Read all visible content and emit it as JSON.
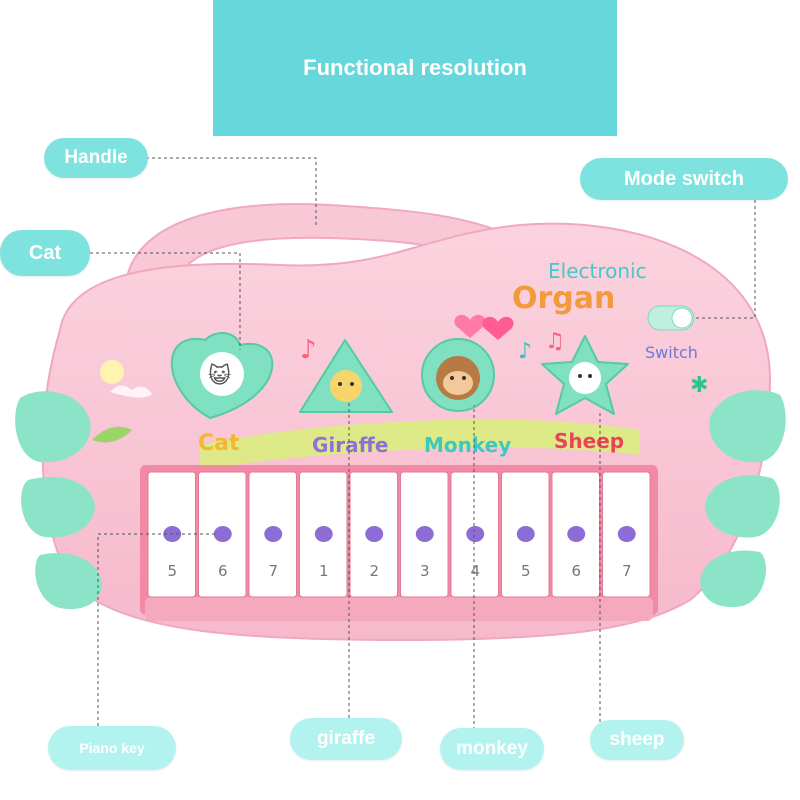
{
  "header": {
    "title": "Functional resolution"
  },
  "callouts": {
    "handle": "Handle",
    "cat": "Cat",
    "mode_switch": "Mode switch",
    "piano_key": "Piano key",
    "giraffe": "giraffe",
    "monkey": "monkey",
    "sheep": "sheep"
  },
  "toy": {
    "brand_line1": "Electronic",
    "brand_line2": "Organ",
    "switch_label": "Switch",
    "animal_labels": [
      "Cat",
      "Giraffe",
      "Monkey",
      "Sheep"
    ],
    "key_numbers": [
      "5",
      "6",
      "7",
      "1",
      "2",
      "3",
      "4",
      "5",
      "6",
      "7"
    ]
  },
  "colors": {
    "accent": "#66d8dc",
    "pill": "#7ee2de",
    "pill_light": "#b2f3ef",
    "toy_body": "#f8c6d6",
    "mint": "#7fe0c2",
    "key_icon": "#8e6cd6"
  }
}
